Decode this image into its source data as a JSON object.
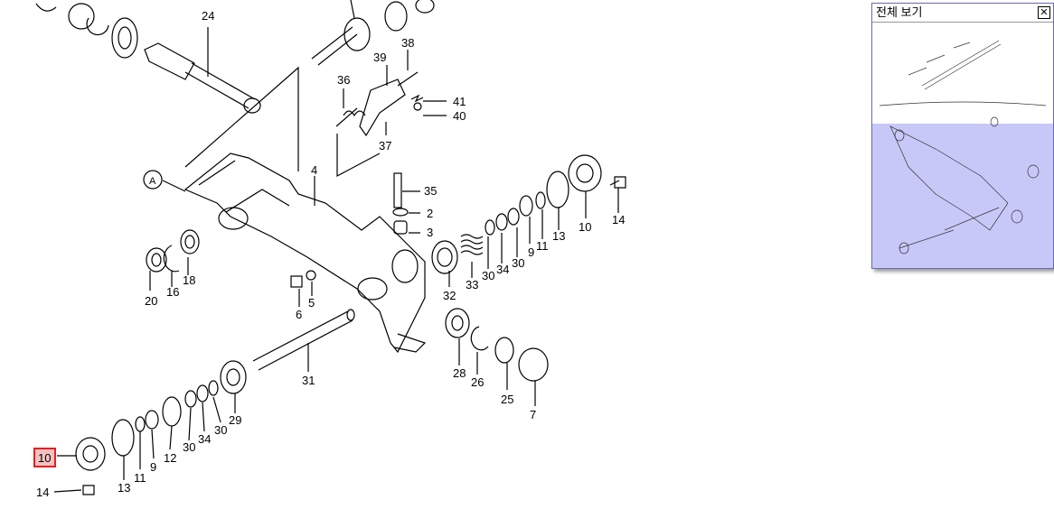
{
  "overview": {
    "title": "전체 보기",
    "close_icon": "close-icon",
    "viewport_color": "#c8c8f8"
  },
  "diagram": {
    "highlight_part": "10",
    "highlight_color": "#e02020",
    "reference_mark": "A",
    "part_labels": {
      "p24": "24",
      "p38": "38",
      "p39": "39",
      "p36": "36",
      "p41": "41",
      "p40": "40",
      "p37": "37",
      "p4": "4",
      "pA": "A",
      "p35": "35",
      "p2": "2",
      "p3": "3",
      "p20": "20",
      "p16": "16",
      "p18": "18",
      "p6": "6",
      "p5": "5",
      "p32": "32",
      "p33": "33",
      "p30a": "30",
      "p34a": "34",
      "p30b": "30",
      "p9a": "9",
      "p11a": "11",
      "p13a": "13",
      "p10a": "10",
      "p14a": "14",
      "p31": "31",
      "p28": "28",
      "p26": "26",
      "p25": "25",
      "p7": "7",
      "p29": "29",
      "p30c": "30",
      "p34b": "34",
      "p30d": "30",
      "p12": "12",
      "p9b": "9",
      "p11b": "11",
      "p13b": "13",
      "p10b": "10",
      "p14b": "14"
    }
  }
}
